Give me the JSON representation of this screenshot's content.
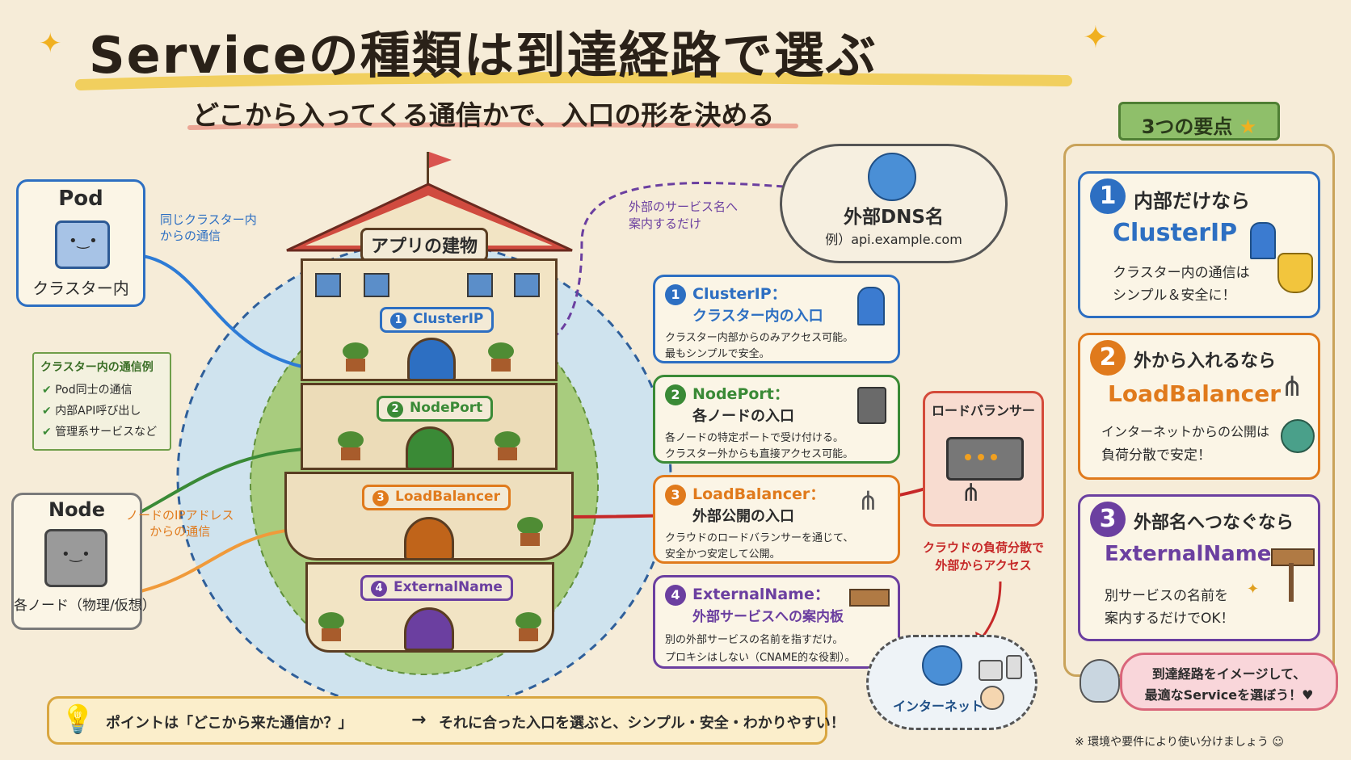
{
  "title": "Serviceの種類は到達経路で選ぶ",
  "subtitle": "どこから入ってくる通信かで、入口の形を決める",
  "pod_box": {
    "title": "Pod",
    "caption": "クラスター内"
  },
  "pod_arrow_label": "同じクラスター内\nからの通信",
  "cluster_examples": {
    "title": "クラスター内の通信例",
    "items": [
      "Pod同士の通信",
      "内部API呼び出し",
      "管理系サービスなど"
    ]
  },
  "node_box": {
    "title": "Node",
    "caption": "各ノード（物理/仮想）"
  },
  "node_arrow_label": "ノードのIPアドレス\nからの通信",
  "building": {
    "sign": "アプリの建物",
    "floors": [
      {
        "num": "1",
        "label": "ClusterIP",
        "color": "#2d6fc2"
      },
      {
        "num": "2",
        "label": "NodePort",
        "color": "#3a8a36"
      },
      {
        "num": "3",
        "label": "LoadBalancer",
        "color": "#e07a1c"
      },
      {
        "num": "4",
        "label": "ExternalName",
        "color": "#6b3fa0"
      }
    ]
  },
  "dns_cloud": {
    "title": "外部DNS名",
    "example": "例）api.example.com"
  },
  "dns_arrow_label": "外部のサービス名へ\n案内するだけ",
  "service_cards": [
    {
      "num": "1",
      "title": "ClusterIP：",
      "subtitle": "クラスター内の入口",
      "line1": "クラスター内部からのみアクセス可能。",
      "line2": "最もシンプルで安全。",
      "color": "#2d6fc2"
    },
    {
      "num": "2",
      "title": "NodePort：",
      "subtitle": "各ノードの入口",
      "line1": "各ノードの特定ポートで受け付ける。",
      "line2": "クラスター外からも直接アクセス可能。",
      "color": "#3a8a36"
    },
    {
      "num": "3",
      "title": "LoadBalancer：",
      "subtitle": "外部公開の入口",
      "line1": "クラウドのロードバランサーを通じて、",
      "line2": "安全かつ安定して公開。",
      "color": "#e07a1c"
    },
    {
      "num": "4",
      "title": "ExternalName：",
      "subtitle": "外部サービスへの案内板",
      "line1": "別の外部サービスの名前を指すだけ。",
      "line2": "プロキシはしない（CNAME的な役割）。",
      "color": "#6b3fa0"
    }
  ],
  "lb_box": {
    "title": "ロードバランサー"
  },
  "lb_arrow_label": "クラウドの負荷分散で\n外部からアクセス",
  "internet_label": "インターネット",
  "bottom_tip": {
    "text1": "ポイントは「どこから来た通信か？」",
    "arrow": "→",
    "text2": "それに合った入口を選ぶと、シンプル・安全・わかりやすい！"
  },
  "key_points": {
    "ribbon": "3つの要点",
    "items": [
      {
        "num": "1",
        "head": "内部だけなら",
        "name": "ClusterIP",
        "line1": "クラスター内の通信は",
        "line2": "シンプル＆安全に！",
        "color": "#2d6fc2"
      },
      {
        "num": "2",
        "head": "外から入れるなら",
        "name": "LoadBalancer",
        "line1": "インターネットからの公開は",
        "line2": "負荷分散で安定！",
        "color": "#e07a1c"
      },
      {
        "num": "3",
        "head": "外部名へつなぐなら",
        "name": "ExternalName",
        "line1": "別サービスの名前を",
        "line2": "案内するだけでOK！",
        "color": "#6b3fa0"
      }
    ],
    "bubble_line1": "到達経路をイメージして、",
    "bubble_line2": "最適なServiceを選ぼう！♥"
  },
  "footnote": "※ 環境や要件により使い分けましょう ☺"
}
